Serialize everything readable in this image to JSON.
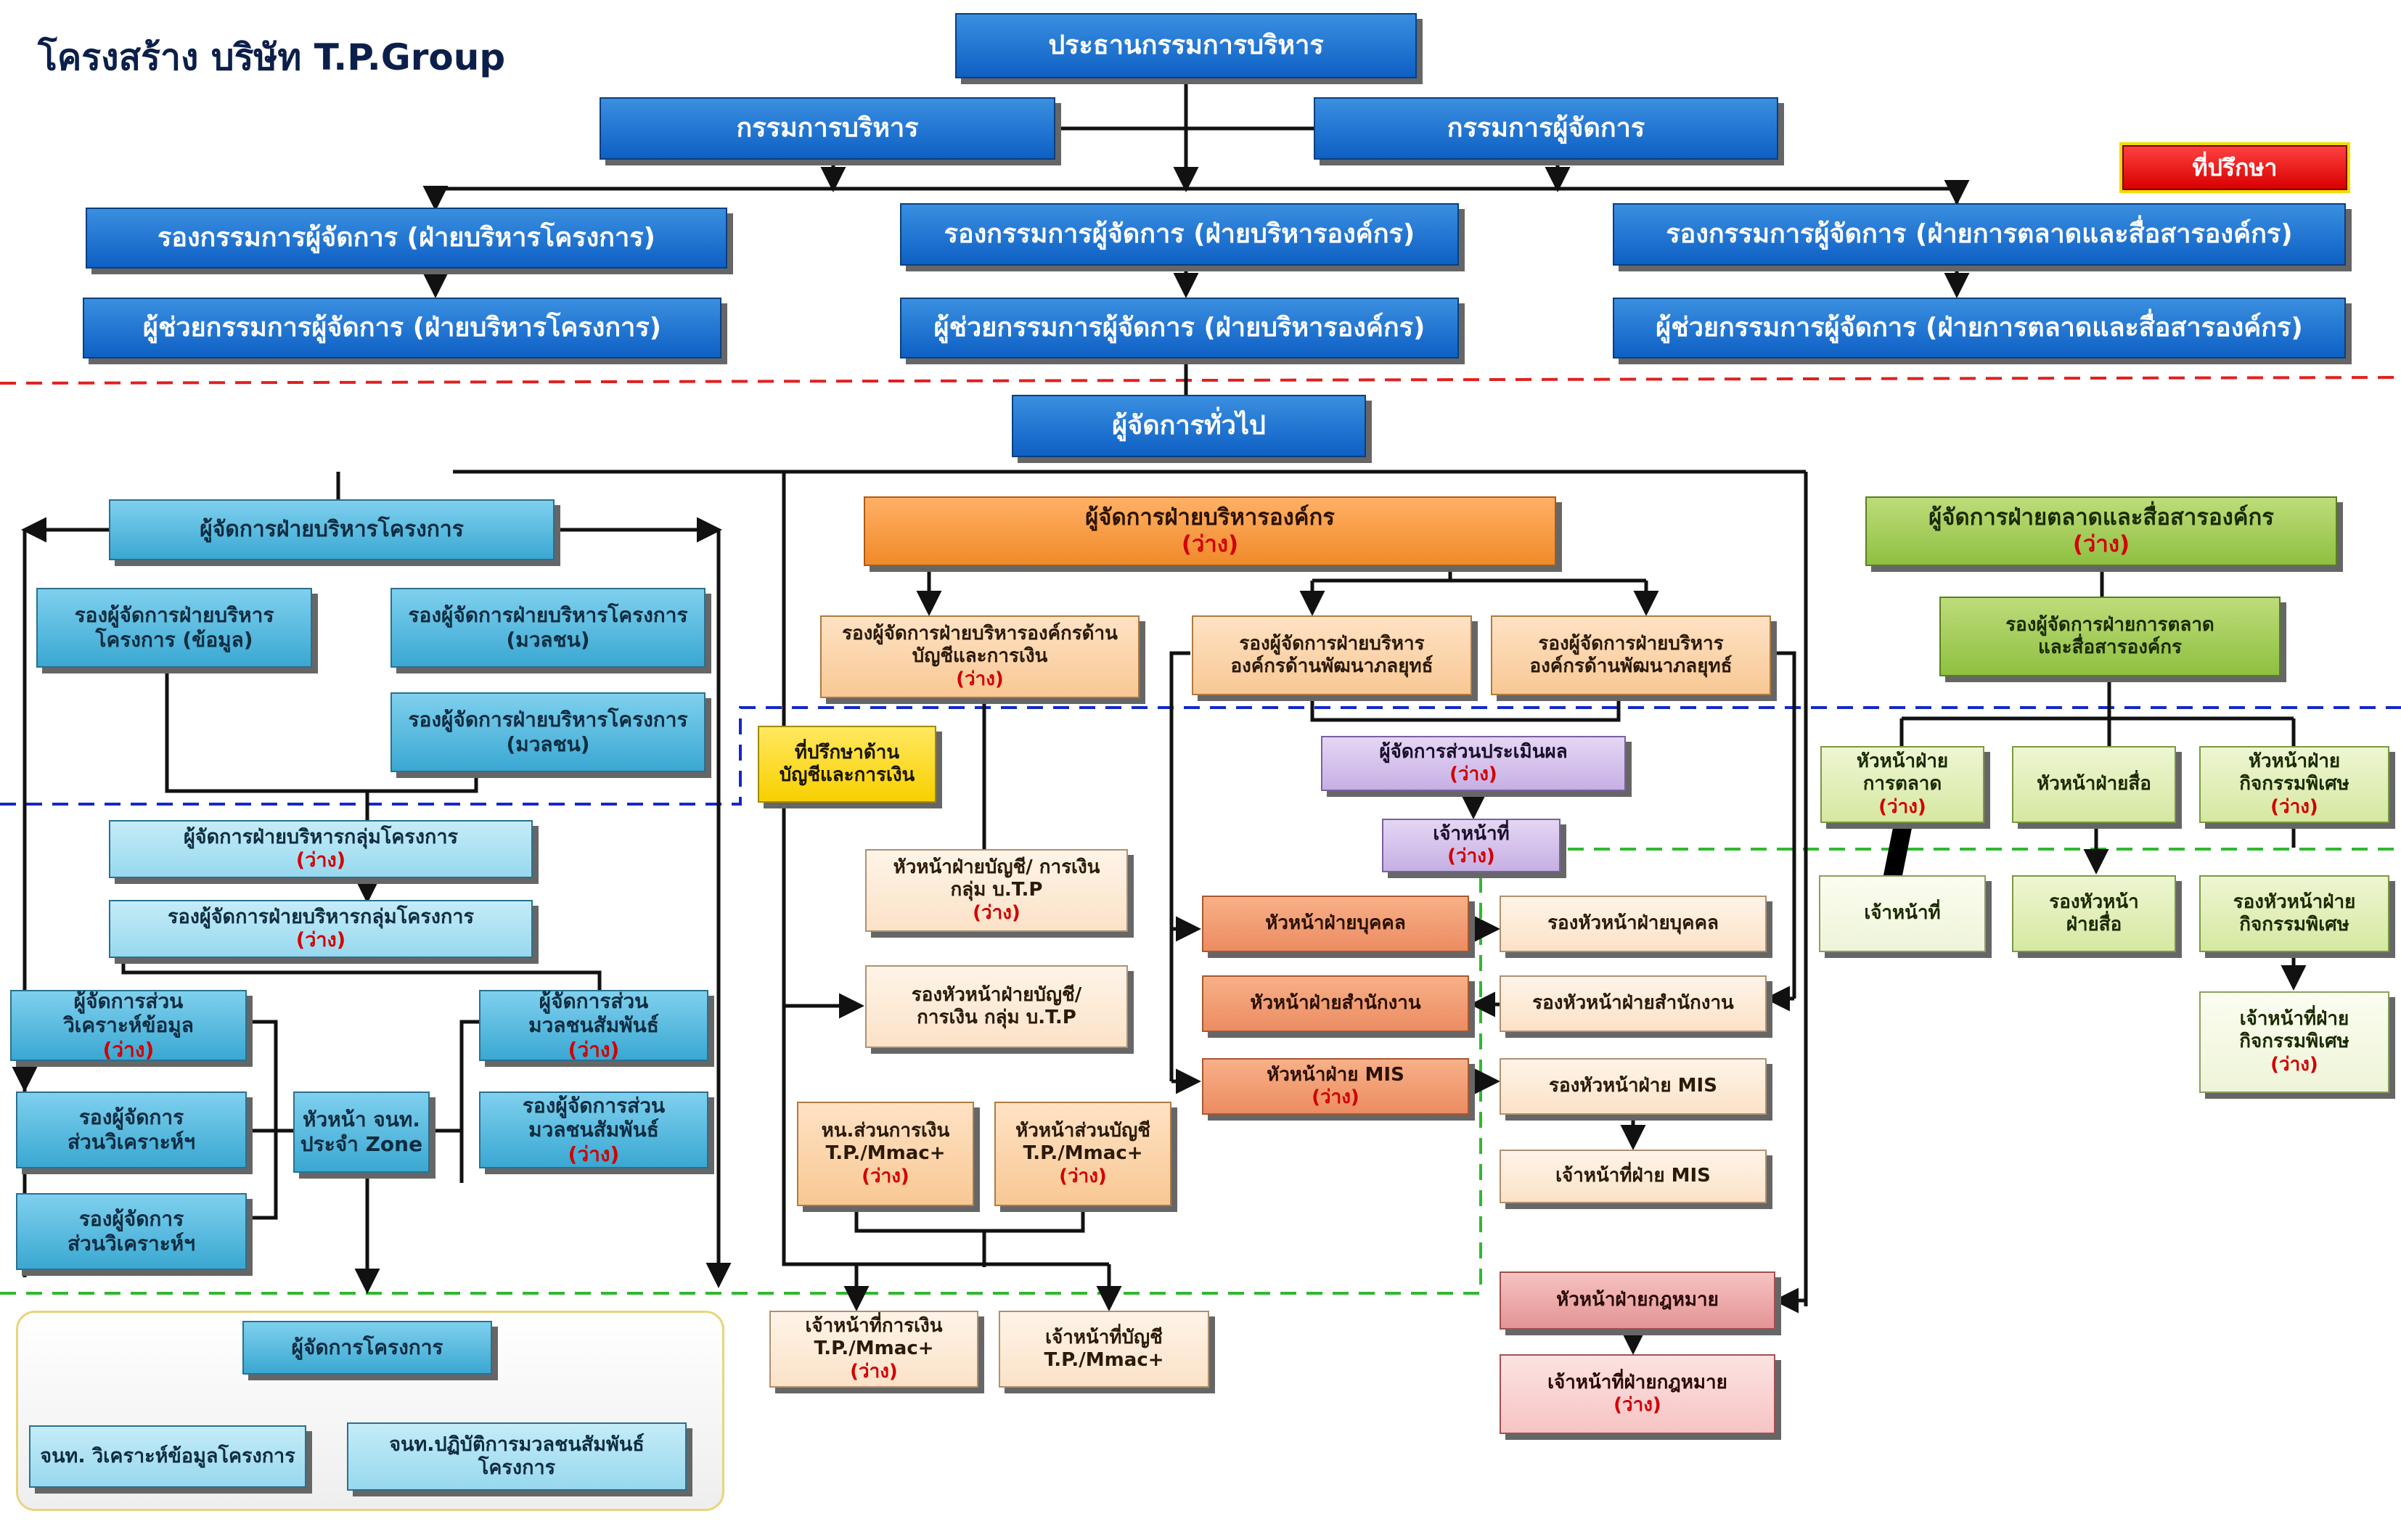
{
  "title": "โครงสร้าง บริษัท T.P.Group",
  "vacant_label": "(ว่าง)",
  "nodes": {
    "chairman": {
      "label": "ประธานกรรมการบริหาร"
    },
    "exec_board": {
      "label": "กรรมการบริหาร"
    },
    "md": {
      "label": "กรรมการผู้จัดการ"
    },
    "advisor": {
      "label": "ที่ปรึกษา"
    },
    "dmd_project": {
      "label": "รองกรรมการผู้จัดการ (ฝ่ายบริหารโครงการ)"
    },
    "dmd_org": {
      "label": "รองกรรมการผู้จัดการ (ฝ่ายบริหารองค์กร)"
    },
    "dmd_marketing": {
      "label": "รองกรรมการผู้จัดการ (ฝ่ายการตลาดและสื่อสารองค์กร)"
    },
    "amd_project": {
      "label": "ผู้ช่วยกรรมการผู้จัดการ (ฝ่ายบริหารโครงการ)"
    },
    "amd_org": {
      "label": "ผู้ช่วยกรรมการผู้จัดการ (ฝ่ายบริหารองค์กร)"
    },
    "amd_marketing": {
      "label": "ผู้ช่วยกรรมการผู้จัดการ (ฝ่ายการตลาดและสื่อสารองค์กร)"
    },
    "gm": {
      "label": "ผู้จัดการทั่วไป"
    },
    "mgr_project": {
      "label": "ผู้จัดการฝ่ายบริหารโครงการ"
    },
    "dep_project_data": {
      "line1": "รองผู้จัดการฝ่ายบริหาร",
      "line2": "โครงการ (ข้อมูล)"
    },
    "dep_project_mass1": {
      "line1": "รองผู้จัดการฝ่ายบริหารโครงการ",
      "line2": "(มวลชน)"
    },
    "dep_project_mass2": {
      "line1": "รองผู้จัดการฝ่ายบริหารโครงการ",
      "line2": "(มวลชน)"
    },
    "mgr_project_group": {
      "label": "ผู้จัดการฝ่ายบริหารกลุ่มโครงการ"
    },
    "dep_project_group": {
      "label": "รองผู้จัดการฝ่ายบริหารกลุ่มโครงการ"
    },
    "sec_analysis_mgr": {
      "line1": "ผู้จัดการส่วน",
      "line2": "วิเคราะห์ข้อมูล"
    },
    "sec_mass_mgr": {
      "line1": "ผู้จัดการส่วน",
      "line2": "มวลชนสัมพันธ์"
    },
    "dep_analysis1": {
      "line1": "รองผู้จัดการ",
      "line2": "ส่วนวิเคราะห์ฯ"
    },
    "dep_analysis2": {
      "line1": "รองผู้จัดการ",
      "line2": "ส่วนวิเคราะห์ฯ"
    },
    "zone_head": {
      "line1": "หัวหน้า จนท.",
      "line2": "ประจำ Zone"
    },
    "dep_mass": {
      "line1": "รองผู้จัดการส่วน",
      "line2": "มวลชนสัมพันธ์"
    },
    "project_mgr": {
      "label": "ผู้จัดการโครงการ"
    },
    "project_analyst": {
      "label": "จนท. วิเคราะห์ข้อมูลโครงการ"
    },
    "project_mass_staff": {
      "line1": "จนท.ปฏิบัติการมวลชนสัมพันธ์",
      "line2": "โครงการ"
    },
    "mgr_org": {
      "label": "ผู้จัดการฝ่ายบริหารองค์กร"
    },
    "dep_org_acct": {
      "line1": "รองผู้จัดการฝ่ายบริหารองค์กรด้าน",
      "line2": "บัญชีและการเงิน"
    },
    "dep_org_hr1": {
      "line1": "รองผู้จัดการฝ่ายบริหาร",
      "line2": "องค์กรด้านพัฒนาภลยุทธ์"
    },
    "dep_org_hr2": {
      "line1": "รองผู้จัดการฝ่ายบริหาร",
      "line2": "องค์กรด้านพัฒนาภลยุทธ์"
    },
    "advisor_acct": {
      "line1": "ที่ปรึกษาด้าน",
      "line2": "บัญชีและการเงิน"
    },
    "eval_mgr": {
      "label": "ผู้จัดการส่วนประเมินผล"
    },
    "officer": {
      "label": "เจ้าหน้าที่"
    },
    "acct_head": {
      "line1": "หัวหน้าฝ่ายบัญชี/ การเงิน",
      "line2": "กลุ่ม บ.T.P"
    },
    "acct_dep_head": {
      "line1": "รองหัวหน้าฝ่ายบัญชี/",
      "line2": "การเงิน กลุ่ม บ.T.P"
    },
    "fin_section_head": {
      "line1": "หน.ส่วนการเงิน",
      "line2": "T.P./Mmac+"
    },
    "acct_section_head": {
      "line1": "หัวหน้าส่วนบัญชี",
      "line2": "T.P./Mmac+"
    },
    "fin_officer": {
      "line1": "เจ้าหน้าที่การเงิน",
      "line2": "T.P./Mmac+"
    },
    "acct_officer": {
      "line1": "เจ้าหน้าที่บัญชี",
      "line2": "T.P./Mmac+"
    },
    "hr_head": {
      "label": "หัวหน้าฝ่ายบุคคล"
    },
    "office_head": {
      "label": "หัวหน้าฝ่ายสำนักงาน"
    },
    "mis_head": {
      "label": "หัวหน้าฝ่าย MIS"
    },
    "hr_dep_head": {
      "label": "รองหัวหน้าฝ่ายบุคคล"
    },
    "office_dep_head": {
      "label": "รองหัวหน้าฝ่ายสำนักงาน"
    },
    "mis_dep_head": {
      "label": "รองหัวหน้าฝ่าย MIS"
    },
    "mis_officer": {
      "label": "เจ้าหน้าที่ฝ่าย MIS"
    },
    "legal_head": {
      "label": "หัวหน้าฝ่ายกฎหมาย"
    },
    "legal_officer": {
      "label": "เจ้าหน้าที่ฝ่ายกฎหมาย"
    },
    "mgr_marketing": {
      "label": "ผู้จัดการฝ่ายตลาดและสื่อสารองค์กร"
    },
    "dep_marketing": {
      "line1": "รองผู้จัดการฝ่ายการตลาด",
      "line2": "และสื่อสารองค์กร"
    },
    "mkt_head": {
      "line1": "หัวหน้าฝ่าย",
      "line2": "การตลาด"
    },
    "media_head": {
      "label": "หัวหน้าฝ่ายสื่อ"
    },
    "special_head": {
      "line1": "หัวหน้าฝ่าย",
      "line2": "กิจกรรมพิเศษ"
    },
    "mkt_officer": {
      "label": "เจ้าหน้าที่"
    },
    "media_dep_head": {
      "line1": "รองหัวหน้า",
      "line2": "ฝ่ายสื่อ"
    },
    "special_dep_head": {
      "line1": "รองหัวหน้าฝ่าย",
      "line2": "กิจกรรมพิเศษ"
    },
    "special_officer": {
      "line1": "เจ้าหน้าที่ฝ่าย",
      "line2": "กิจกรรมพิเศษ"
    }
  },
  "colors": {
    "connector": "#111111",
    "red_dash": "#e02020",
    "blue_dash": "#1428c8",
    "green_dash": "#30b830",
    "vacant_text": "#d10000"
  }
}
